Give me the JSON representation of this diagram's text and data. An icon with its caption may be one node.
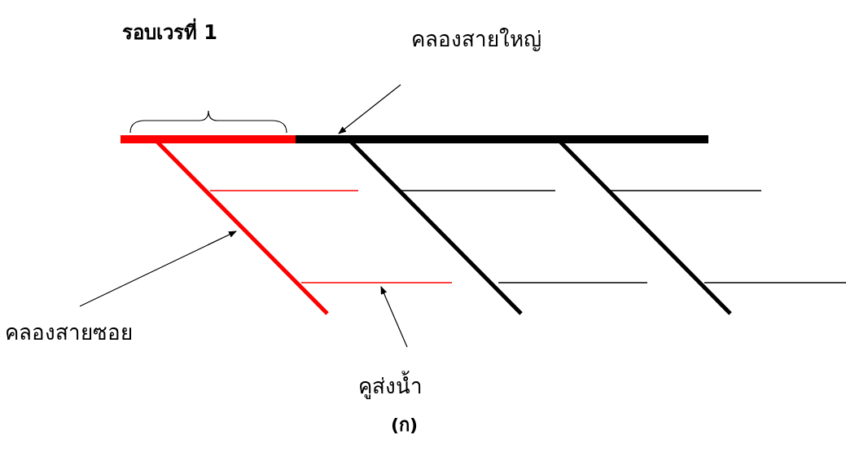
{
  "diagram": {
    "caption": "(ก)",
    "nodes": [
      {
        "text": [
          "คลองสายใหญ่"
        ]
      },
      {
        "text": [],
        "shape": "bar"
      },
      {
        "text": [
          "คลองสายซอย"
        ]
      },
      {
        "text": [],
        "shape": "bar"
      },
      {
        "text": [
          "คูส่งน้ำ"
        ]
      },
      {
        "text": [],
        "shape": "bar"
      }
    ],
    "edges": [
      {
        "from": 0,
        "to": 1,
        "arrow": "to"
      },
      {
        "from": 2,
        "to": 3,
        "arrow": "to"
      },
      {
        "from": 4,
        "to": 5,
        "arrow": "to"
      }
    ],
    "labels": [
      "รอบเวรที่ 1"
    ]
  }
}
